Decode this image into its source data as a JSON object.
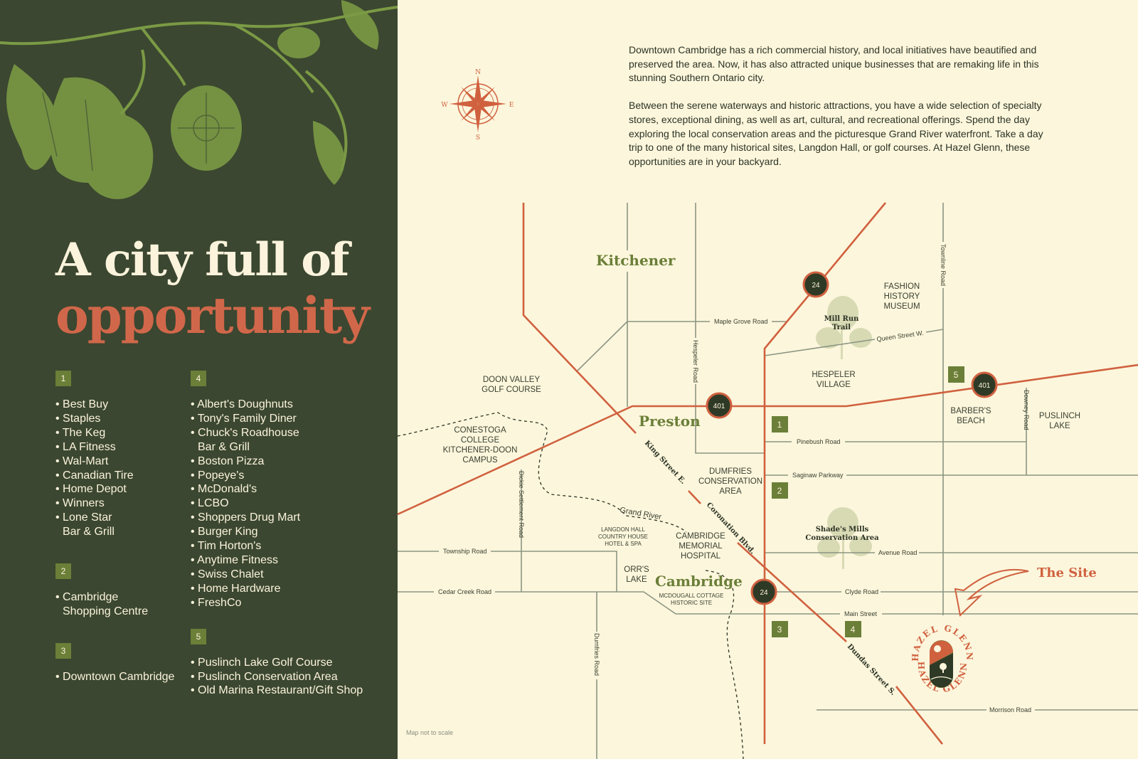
{
  "heading": {
    "line1": "A city full of",
    "line2": "opportunity"
  },
  "groups": [
    {
      "number": "1",
      "items": [
        "Best Buy",
        "Staples",
        "The Keg",
        "LA Fitness",
        "Wal-Mart",
        "Canadian Tire",
        "Home Depot",
        "Winners",
        "Lone Star Bar & Grill"
      ]
    },
    {
      "number": "2",
      "items": [
        "Cambridge Shopping Centre"
      ]
    },
    {
      "number": "3",
      "items": [
        "Downtown Cambridge"
      ]
    },
    {
      "number": "4",
      "items": [
        "Albert's Doughnuts",
        "Tony's Family Diner",
        "Chuck's Roadhouse Bar & Grill",
        "Boston Pizza",
        "Popeye's",
        "McDonald's",
        "LCBO",
        "Shoppers Drug Mart",
        "Burger King",
        "Tim Horton's",
        "Anytime Fitness",
        "Swiss Chalet",
        "Home Hardware",
        "FreshCo"
      ]
    },
    {
      "number": "5",
      "items": [
        "Puslinch Lake Golf Course",
        "Puslinch Conservation Area",
        "Old Marina Restaurant/Gift Shop"
      ]
    }
  ],
  "intro": [
    "Downtown Cambridge has a rich commercial history, and local initiatives have beautified and preserved the area. Now, it has also attracted unique businesses that are remaking life in this stunning Southern Ontario city.",
    "Between the serene waterways and historic attractions, you have a wide selection of specialty stores, exceptional dining, as well as art, cultural, and recreational offerings. Spend the day exploring the local conservation areas and the picturesque Grand River waterfront. Take a day trip to one of the many historical sites, Langdon Hall, or golf courses. At Hazel Glenn, these opportunities are in your backyard."
  ],
  "compass": {
    "n": "N",
    "e": "E",
    "s": "S",
    "w": "W"
  },
  "map": {
    "cities": {
      "kitchener": "Kitchener",
      "preston": "Preston",
      "cambridge": "Cambridge"
    },
    "roads": {
      "maple_grove": "Maple Grove Road",
      "hespeler": "Hespeler Road",
      "townline": "Townline Road",
      "queen": "Queen Street W.",
      "pinebush": "Pinebush Road",
      "downey": "Downey Road",
      "saginaw": "Saginaw Parkway",
      "avenue": "Avenue Road",
      "clyde": "Clyde Road",
      "main": "Main Street",
      "township": "Township Road",
      "cedar_creek": "Cedar Creek Road",
      "dickie": "Dickie Settlement Road",
      "dumfries": "Dumfries Road",
      "morrison": "Morrison Road",
      "king": "King Street E.",
      "coronation": "Coronation Blvd.",
      "dundas": "Dundas Street S.",
      "grand_river": "Grand River"
    },
    "highways": {
      "h401": "401",
      "h24": "24"
    },
    "places": {
      "doon_valley": [
        "DOON VALLEY",
        "GOLF COURSE"
      ],
      "conestoga": [
        "CONESTOGA",
        "COLLEGE",
        "KITCHENER-DOON",
        "CAMPUS"
      ],
      "fashion": [
        "FASHION",
        "HISTORY",
        "MUSEUM"
      ],
      "hespeler_village": [
        "HESPELER",
        "VILLAGE"
      ],
      "barbers": [
        "BARBER'S",
        "BEACH"
      ],
      "puslinch": [
        "PUSLINCH",
        "LAKE"
      ],
      "dumfries_ca": [
        "DUMFRIES",
        "CONSERVATION",
        "AREA"
      ],
      "langdon": [
        "LANGDON HALL",
        "COUNTRY HOUSE",
        "HOTEL & SPA"
      ],
      "hospital": [
        "CAMBRIDGE",
        "MEMORIAL",
        "HOSPITAL"
      ],
      "orrs": [
        "ORR'S",
        "LAKE"
      ],
      "mcdougall": [
        "MCDOUGALL COTTAGE",
        "HISTORIC SITE"
      ]
    },
    "parks": {
      "mill_run": [
        "Mill Run",
        "Trail"
      ],
      "shades": [
        "Shade's Mills",
        "Conservation Area"
      ]
    },
    "markers": [
      "1",
      "2",
      "3",
      "4",
      "5"
    ],
    "the_site": "The Site",
    "logo_text": "HAZEL GLENN",
    "note": "Map not to scale"
  },
  "colors": {
    "dark_green": "#3b4730",
    "cream": "#fcf6dc",
    "orange": "#d0613f",
    "olive": "#6b7f38"
  }
}
